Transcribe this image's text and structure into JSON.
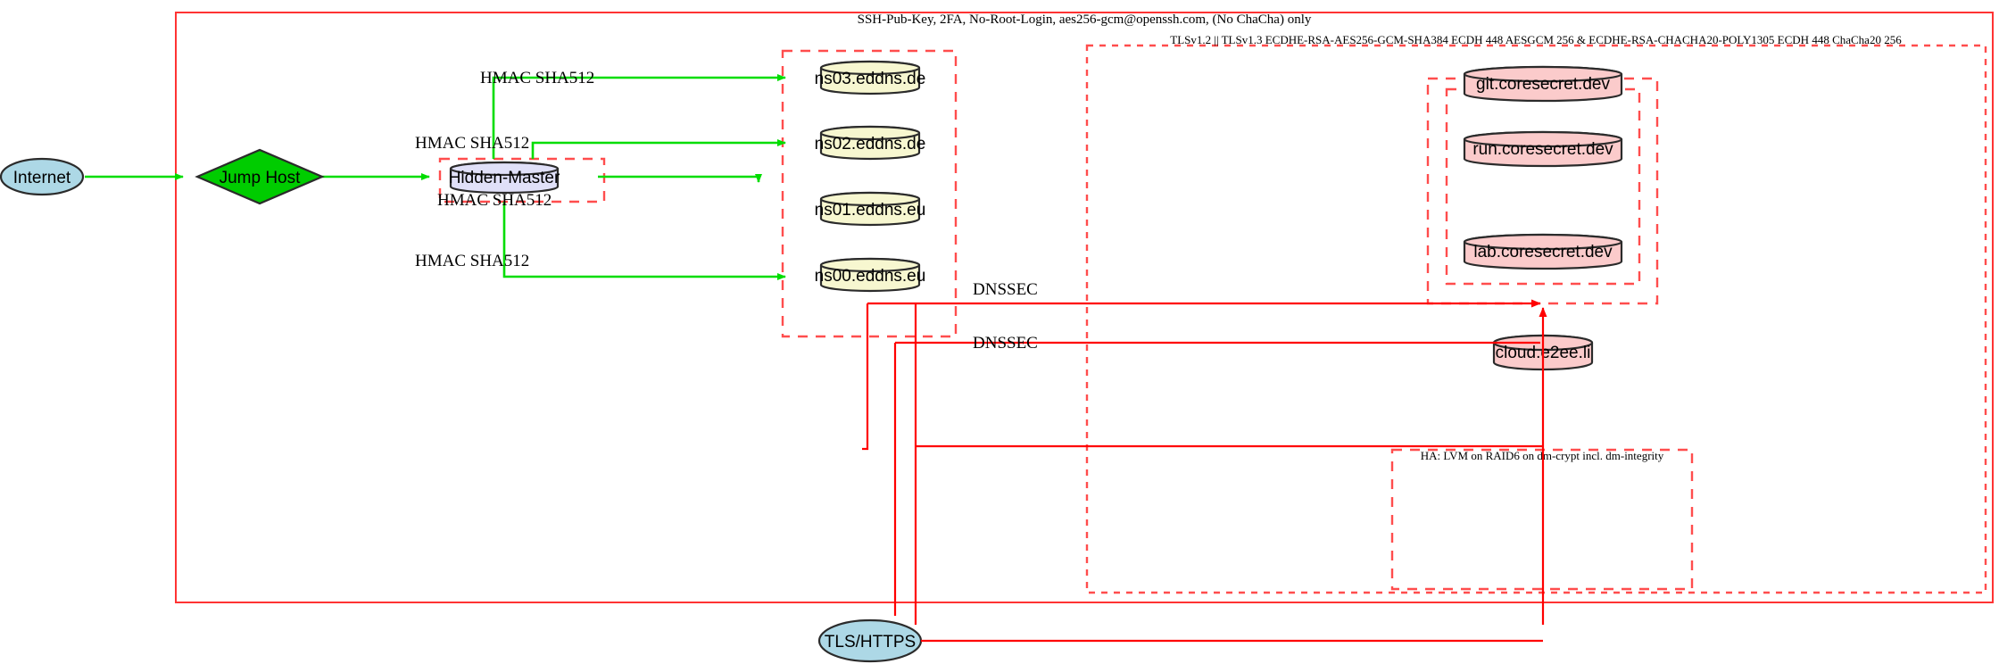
{
  "diagram": {
    "title_top": "SSH-Pub-Key, 2FA, No-Root-Login, aes256-gcm@openssh.com, (No ChaCha) only",
    "clusters": {
      "tls": "TLSv1.2 || TLSv1.3 ECDHE-RSA-AES256-GCM-SHA384 ECDH 448 AESGCM 256 & ECDHE-RSA-CHACHA20-POLY1305 ECDH 448 ChaCha20 256",
      "ha": "HA: LVM on RAID6 on dm-crypt incl. dm-integrity"
    },
    "nodes": {
      "internet": "Internet",
      "jump_host": "Jump Host",
      "hidden_master": "Hidden-Master",
      "ns03": "ns03.eddns.de",
      "ns02": "ns02.eddns.de",
      "ns01": "ns01.eddns.eu",
      "ns00": "ns00.eddns.eu",
      "git": "git.coresecret.dev",
      "run": "run.coresecret.dev",
      "lab": "lab.coresecret.dev",
      "cloud": "cloud.e2ee.li",
      "tls_https": "TLS/HTTPS"
    },
    "edge_labels": {
      "hmac_ns03": "HMAC SHA512",
      "hmac_ns02": "HMAC SHA512",
      "hmac_ns01": "HMAC SHA512",
      "hmac_ns00": "HMAC SHA512",
      "dnssec_1": "DNSSEC",
      "dnssec_2": "DNSSEC"
    },
    "colors": {
      "internet_fill": "#add8e6",
      "jump_host_fill": "#00cc00",
      "hidden_master_fill": "#e0e0f8",
      "dns_fill": "#f7f7d0",
      "service_fill": "#fbcbcb",
      "tls_fill": "#add8e6",
      "green_edge": "#00dd00",
      "red_edge": "#ff0000",
      "cluster_border": "#ff4d4d"
    }
  }
}
